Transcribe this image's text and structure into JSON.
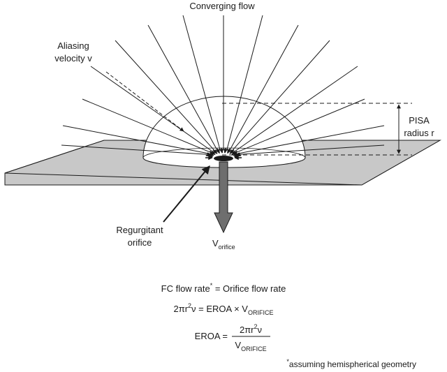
{
  "labels": {
    "converging_flow": "Converging flow",
    "aliasing_line1": "Aliasing",
    "aliasing_line2": "velocity v",
    "pisa_line1": "PISA",
    "pisa_line2": "radius r",
    "regurgitant_line1": "Regurgitant",
    "regurgitant_line2": "orifice",
    "v_orifice_main": "V",
    "v_orifice_sub": "orifice"
  },
  "equations": {
    "eq1_left": "FC flow rate",
    "eq1_star": "*",
    "eq1_right": " = Orifice flow rate",
    "eq2_a": "2πr",
    "eq2_sup": "2",
    "eq2_b": "ν = EROA × V",
    "eq2_sub": "ORIFICE",
    "eq3_lhs": "EROA =",
    "eq3_num_a": "2πr",
    "eq3_num_sup": "2",
    "eq3_num_b": "ν",
    "eq3_den": "V",
    "eq3_den_sub": "ORIFICE"
  },
  "footnote": {
    "star": "*",
    "text": "assuming hemispherical geometry"
  },
  "colors": {
    "plane_fill": "#c8c8c8",
    "jet_fill": "#6e6e6e",
    "line": "#1a1a1a"
  }
}
